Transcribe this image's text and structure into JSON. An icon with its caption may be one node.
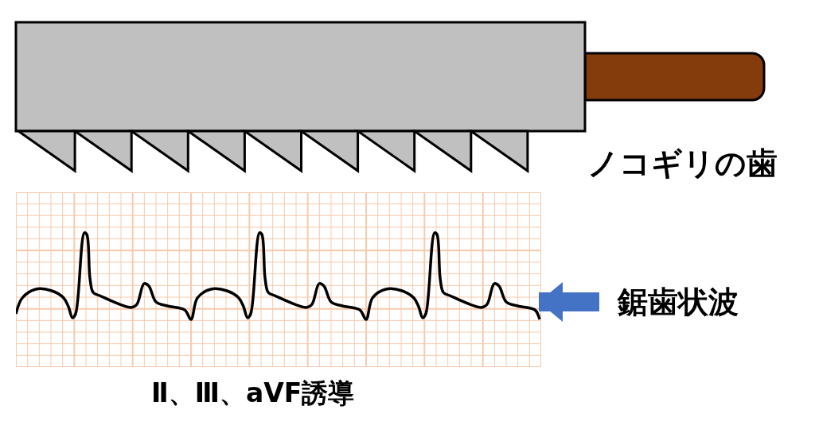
{
  "diagram": {
    "nodes": [
      {
        "text": [],
        "shape": "picture",
        "beside": [
          "Ⅱ、Ⅲ、aVF誘導"
        ]
      },
      {
        "text": [
          "鋸歯状波"
        ]
      }
    ],
    "edges": [
      {
        "from": 1,
        "to": 0,
        "arrow": "to",
        "color": "#4472c4"
      }
    ],
    "labels": [
      "ノコギリの歯"
    ]
  }
}
